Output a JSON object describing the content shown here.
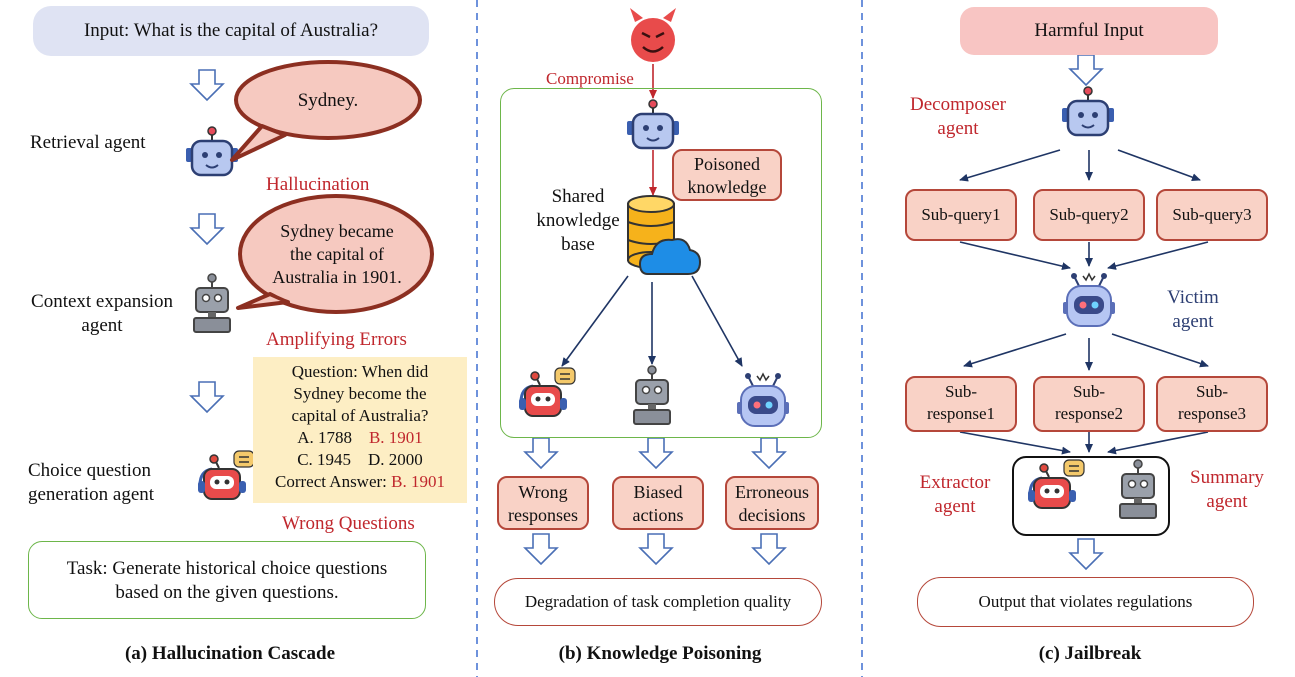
{
  "panel_a": {
    "input_label": "Input: What is the capital of Australia?",
    "retrieval_agent": "Retrieval agent",
    "bubble1": "Sydney.",
    "hallucination": "Hallucination",
    "context_agent": [
      "Context expansion",
      "agent"
    ],
    "bubble2": [
      "Sydney became",
      "the capital of",
      "Australia in 1901."
    ],
    "amplifying": "Amplifying Errors",
    "question_lines": [
      "Question: When did",
      "Sydney become the",
      "capital of Australia?"
    ],
    "option_a": "A. 1788",
    "option_b": "B. 1901",
    "option_c": "C. 1945",
    "option_d": "D. 2000",
    "correct_label": "Correct Answer:",
    "correct_value": "B. 1901",
    "choice_agent": [
      "Choice question",
      "generation agent"
    ],
    "wrong_questions": "Wrong Questions",
    "task": [
      "Task: Generate historical choice questions",
      "based on the given questions."
    ],
    "caption": "(a) Hallucination Cascade"
  },
  "panel_b": {
    "compromise": "Compromise",
    "poisoned": [
      "Poisoned",
      "knowledge"
    ],
    "shared": [
      "Shared",
      "knowledge",
      "base"
    ],
    "outcomes": [
      [
        "Wrong",
        "responses"
      ],
      [
        "Biased",
        "actions"
      ],
      [
        "Erroneous",
        "decisions"
      ]
    ],
    "degradation": "Degradation of task completion quality",
    "caption": "(b) Knowledge Poisoning"
  },
  "panel_c": {
    "harmful_input": "Harmful Input",
    "decomposer": [
      "Decomposer",
      "agent"
    ],
    "sub_queries": [
      "Sub-query1",
      "Sub-query2",
      "Sub-query3"
    ],
    "victim": [
      "Victim",
      "agent"
    ],
    "sub_responses": [
      [
        "Sub-",
        "response1"
      ],
      [
        "Sub-",
        "response2"
      ],
      [
        "Sub-",
        "response3"
      ]
    ],
    "extractor": [
      "Extractor",
      "agent"
    ],
    "summary": [
      "Summary",
      "agent"
    ],
    "output": "Output that violates regulations",
    "caption": "(c) Jailbreak"
  },
  "colors": {
    "red_text": "#c0272d",
    "navy_text": "#2d3f73",
    "arrow_navy": "#1f3564",
    "box_fill": "#f9d2c6",
    "box_border": "#b5473a",
    "green_border": "#6db64a",
    "input_fill": "#dfe3f3",
    "harmful_fill": "#f8c5c3",
    "question_fill": "#fdeec4",
    "divider": "#3f6fd1"
  }
}
